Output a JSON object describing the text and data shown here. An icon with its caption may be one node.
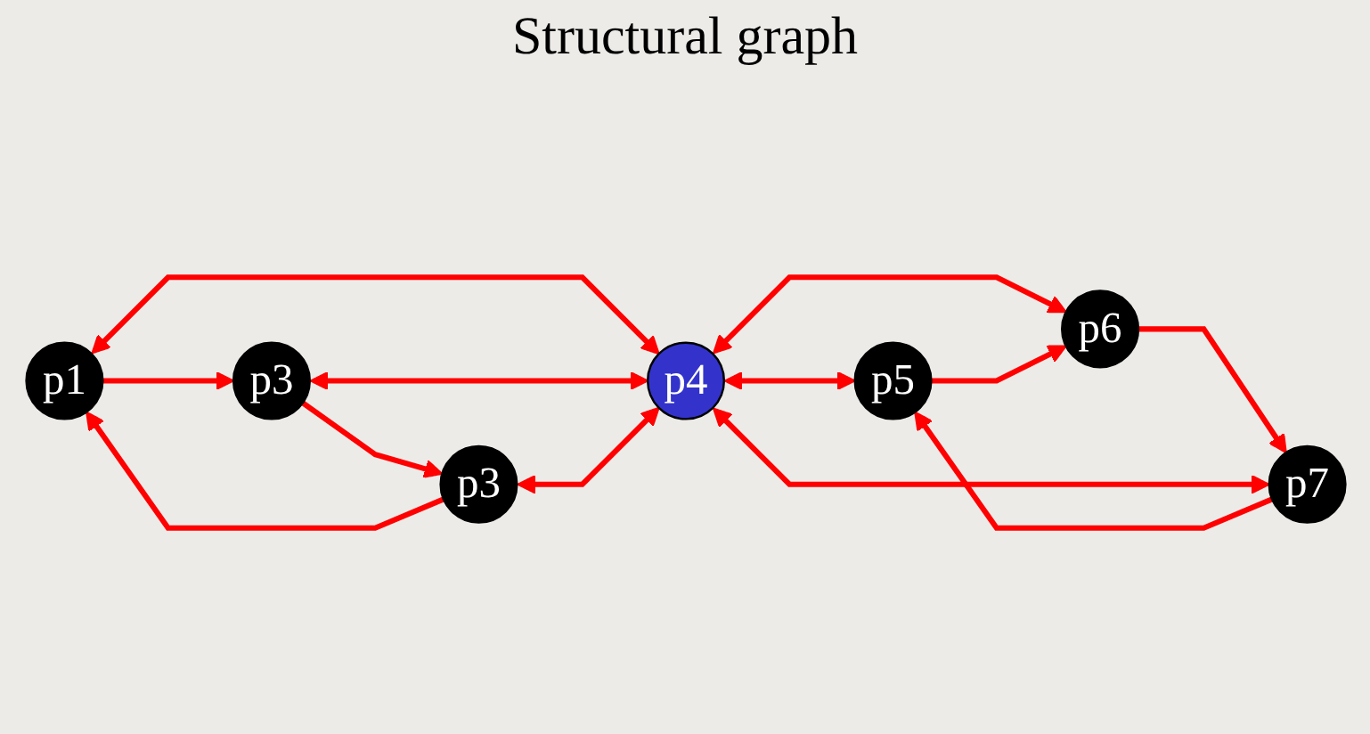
{
  "diagram": {
    "title": "Structural graph",
    "nodes": [
      {
        "text": [
          "p1"
        ]
      },
      {
        "text": [
          "p6"
        ]
      },
      {
        "text": [
          "p3"
        ]
      },
      {
        "text": [
          "p4"
        ]
      },
      {
        "text": [
          "p5"
        ]
      },
      {
        "text": [
          "p3"
        ]
      },
      {
        "text": [
          "p7"
        ]
      }
    ],
    "edges": [
      {
        "from": 0,
        "to": 2,
        "arrow": "to"
      },
      {
        "from": 0,
        "to": 3,
        "arrow": "both"
      },
      {
        "from": 2,
        "to": 3,
        "arrow": "both"
      },
      {
        "from": 2,
        "to": 5,
        "arrow": "to"
      },
      {
        "from": 5,
        "to": 3,
        "arrow": "both"
      },
      {
        "from": 5,
        "to": 0,
        "arrow": "to"
      },
      {
        "from": 3,
        "to": 4,
        "arrow": "both"
      },
      {
        "from": 3,
        "to": 1,
        "arrow": "both"
      },
      {
        "from": 4,
        "to": 1,
        "arrow": "to"
      },
      {
        "from": 1,
        "to": 6,
        "arrow": "to"
      },
      {
        "from": 6,
        "to": 4,
        "arrow": "to"
      },
      {
        "from": 3,
        "to": 6,
        "arrow": "both"
      }
    ]
  }
}
